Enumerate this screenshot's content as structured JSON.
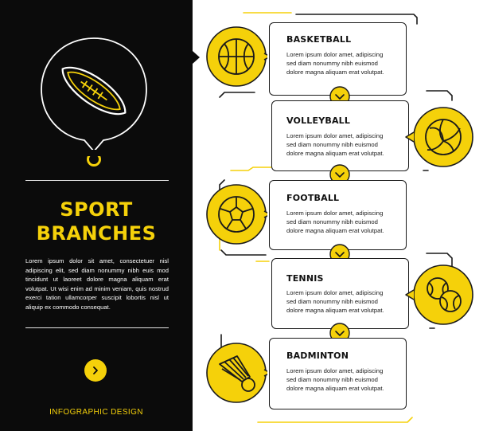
{
  "colors": {
    "accent": "#f5d10a",
    "dark": "#0b0b0b",
    "ink": "#1a1a1a"
  },
  "hero": {
    "icon": "american-football-icon"
  },
  "title": {
    "line1": "SPORT",
    "line2": "BRANCHES"
  },
  "intro": "Lorem ipsum dolor sit amet, consectetuer nisl adipiscing elit, sed diam nonummy nibh euis mod tincidunt ut laoreet dolore magna aliquam erat volutpat. Ut wisi enim ad minim veniam, quis nostrud exerci tation ullamcorper suscipit lobortis nisl ut aliquip ex commodo consequat.",
  "footer": "INFOGRAPHIC DESIGN",
  "items": [
    {
      "title": "BASKETBALL",
      "icon": "basketball-icon",
      "lines": [
        "Lorem ipsum dolor amet, adipiscing",
        "sed diam nonummy nibh euismod",
        "dolore magna aliquam erat volutpat."
      ]
    },
    {
      "title": "VOLLEYBALL",
      "icon": "volleyball-icon",
      "lines": [
        "Lorem ipsum dolor amet, adipiscing",
        "sed diam nonummy nibh euismod",
        "dolore magna aliquam erat volutpat."
      ]
    },
    {
      "title": "FOOTBALL",
      "icon": "soccer-ball-icon",
      "lines": [
        "Lorem ipsum dolor amet, adipiscing",
        "sed diam nonummy nibh euismod",
        "dolore magna aliquam erat volutpat."
      ]
    },
    {
      "title": "TENNIS",
      "icon": "tennis-balls-icon",
      "lines": [
        "Lorem ipsum dolor amet, adipiscing",
        "sed diam nonummy nibh euismod",
        "dolore magna aliquam erat volutpat."
      ]
    },
    {
      "title": "BADMINTON",
      "icon": "shuttlecock-icon",
      "lines": [
        "Lorem ipsum dolor amet, adipiscing",
        "sed diam nonummy nibh euismod",
        "dolore magna aliquam erat volutpat."
      ]
    }
  ]
}
